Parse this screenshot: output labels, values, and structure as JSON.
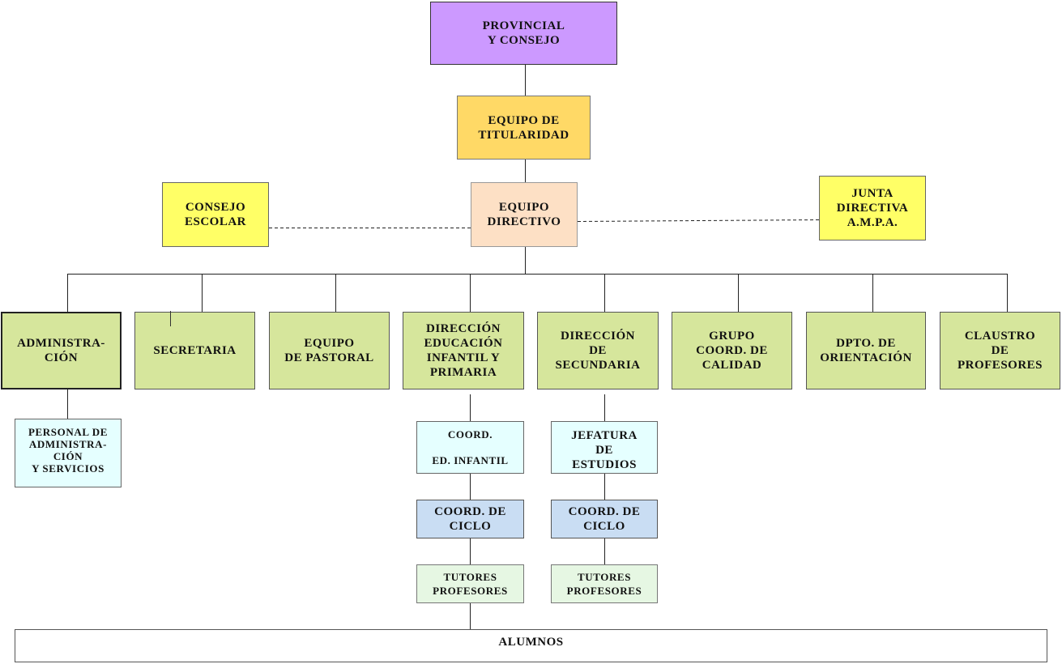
{
  "colors": {
    "provincial": "#CC99FF",
    "titularidad": "#FFD966",
    "directivo": "#FDE0C5",
    "consejo": "#FFFF66",
    "area": "#D6E69C",
    "sub": "#E5FFFF",
    "ciclo": "#C9DDF3",
    "tutores": "#E6F7E3",
    "alumnos": "#FFFFFF"
  },
  "nodes": {
    "provincial": "PROVINCIAL\nY CONSEJO",
    "titularidad": "EQUIPO DE\nTITULARIDAD",
    "directivo": "EQUIPO\nDIRECTIVO",
    "consejo_escolar": "CONSEJO\nESCOLAR",
    "junta_ampa": "JUNTA\nDIRECTIVA\nA.M.P.A.",
    "administracion": "ADMINISTRA-\nCIÓN",
    "secretaria": "SECRETARIA",
    "pastoral": "EQUIPO\nDE PASTORAL",
    "direccion_infantil_primaria": "DIRECCIÓN\nEDUCACIÓN\nINFANTIL Y\nPRIMARIA",
    "direccion_secundaria": "DIRECCIÓN\nDE\nSECUNDARIA",
    "calidad": "GRUPO\nCOORD. DE\nCALIDAD",
    "orientacion": "DPTO. DE\nORIENTACIÓN",
    "claustro": "CLAUSTRO\nDE\nPROFESORES",
    "personal_admin": "PERSONAL DE\nADMINISTRA-\nCIÓN\nY SERVICIOS",
    "coord_infantil": "COORD.\n\nED. INFANTIL",
    "coord_ciclo_primaria": "COORD. DE\nCICLO",
    "tutores_primaria": "TUTORES\nPROFESORES",
    "jefatura_estudios": "JEFATURA\nDE\nESTUDIOS",
    "coord_ciclo_secundaria": "COORD. DE\nCICLO",
    "tutores_secundaria": "TUTORES\nPROFESORES",
    "alumnos": "ALUMNOS"
  }
}
